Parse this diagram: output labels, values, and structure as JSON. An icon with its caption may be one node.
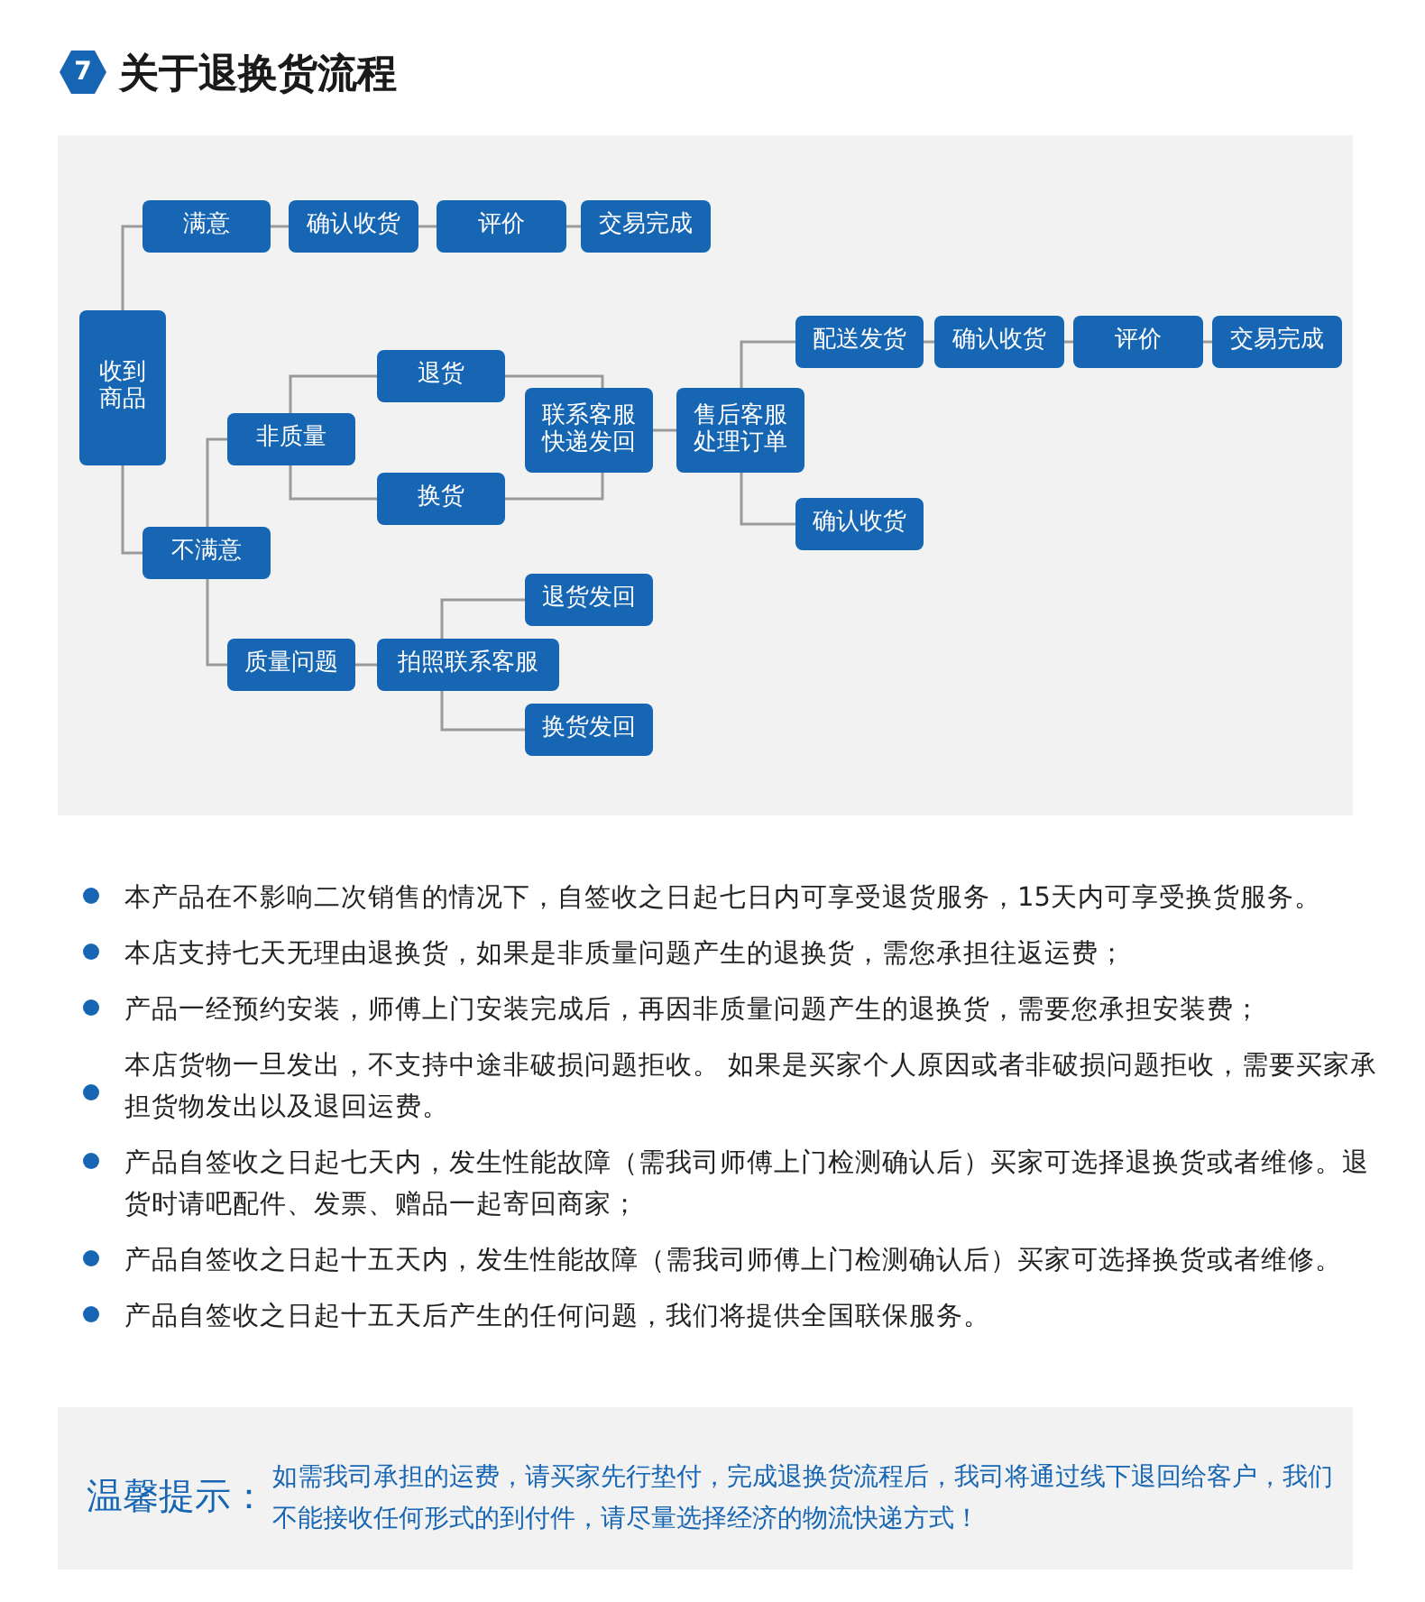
{
  "diagram": {
    "title": "关于退换货流程",
    "nodes": [
      {
        "text": [
          "收到商品"
        ]
      },
      {
        "text": [
          "满意"
        ]
      },
      {
        "text": [
          "确认收货"
        ]
      },
      {
        "text": [
          "评价"
        ]
      },
      {
        "text": [
          "交易完成"
        ]
      },
      {
        "text": [
          "不满意"
        ]
      },
      {
        "text": [
          "非质量"
        ]
      },
      {
        "text": [
          "退货"
        ]
      },
      {
        "text": [
          "换货"
        ]
      },
      {
        "text": [
          "联系客服快递发回"
        ]
      },
      {
        "text": [
          "售后客服处理订单"
        ]
      },
      {
        "text": [
          "配送发货"
        ]
      },
      {
        "text": [
          "确认收货"
        ]
      },
      {
        "text": [
          "评价"
        ]
      },
      {
        "text": [
          "交易完成"
        ]
      },
      {
        "text": [
          "确认收货"
        ]
      },
      {
        "text": [
          "质量问题"
        ]
      },
      {
        "text": [
          "拍照联系客服"
        ]
      },
      {
        "text": [
          "退货发回"
        ]
      },
      {
        "text": [
          "换货发回"
        ]
      }
    ],
    "edges": [
      {
        "from": 0,
        "to": 1,
        "arrow": "none"
      },
      {
        "from": 1,
        "to": 2,
        "arrow": "none"
      },
      {
        "from": 2,
        "to": 3,
        "arrow": "none"
      },
      {
        "from": 3,
        "to": 4,
        "arrow": "none"
      },
      {
        "from": 0,
        "to": 5,
        "arrow": "none"
      },
      {
        "from": 5,
        "to": 6,
        "arrow": "none"
      },
      {
        "from": 5,
        "to": 16,
        "arrow": "none"
      },
      {
        "from": 6,
        "to": 7,
        "arrow": "none"
      },
      {
        "from": 6,
        "to": 8,
        "arrow": "none"
      },
      {
        "from": 7,
        "to": 9,
        "arrow": "none"
      },
      {
        "from": 8,
        "to": 9,
        "arrow": "none"
      },
      {
        "from": 9,
        "to": 10,
        "arrow": "none"
      },
      {
        "from": 10,
        "to": 11,
        "arrow": "none"
      },
      {
        "from": 11,
        "to": 12,
        "arrow": "none"
      },
      {
        "from": 12,
        "to": 13,
        "arrow": "none"
      },
      {
        "from": 13,
        "to": 14,
        "arrow": "none"
      },
      {
        "from": 10,
        "to": 15,
        "arrow": "none"
      },
      {
        "from": 16,
        "to": 17,
        "arrow": "none"
      },
      {
        "from": 17,
        "to": 18,
        "arrow": "none"
      },
      {
        "from": 17,
        "to": 19,
        "arrow": "none"
      }
    ],
    "labels": [
      "7",
      "本产品在不影响二次销售的情况下，自签收之日起七日内可享受退货服务，15天内可享受换货服务。",
      "本店支持七天无理由退换货，如果是非质量问题产生的退换货，需您承担往返运费；",
      "产品一经预约安装，师傅上门安装完成后，再因非质量问题产生的退换货，需要您承担安装费；",
      "本店货物一旦发出，不支持中途非破损问题拒收。 如果是买家个人原因或者非破损问题拒收，需要买家承担货物发出以及退回运费。",
      "产品自签收之日起七天内，发生性能故障（需我司师傅上门检测确认后）买家可选择退换货或者维修。退货时请吧配件、发票、赠品一起寄回商家；",
      "产品自签收之日起十五天内，发生性能故障（需我司师傅上门检测确认后）买家可选择换货或者维修。",
      "产品自签收之日起十五天后产生的任何问题，我们将提供全国联保服务。",
      "温馨提示：",
      "如需我司承担的运费，请买家先行垫付，完成退换货流程后，我司将通过线下退回给客户，我们不能接收任何形式的到付件，请尽量选择经济的物流快递方式！"
    ]
  }
}
